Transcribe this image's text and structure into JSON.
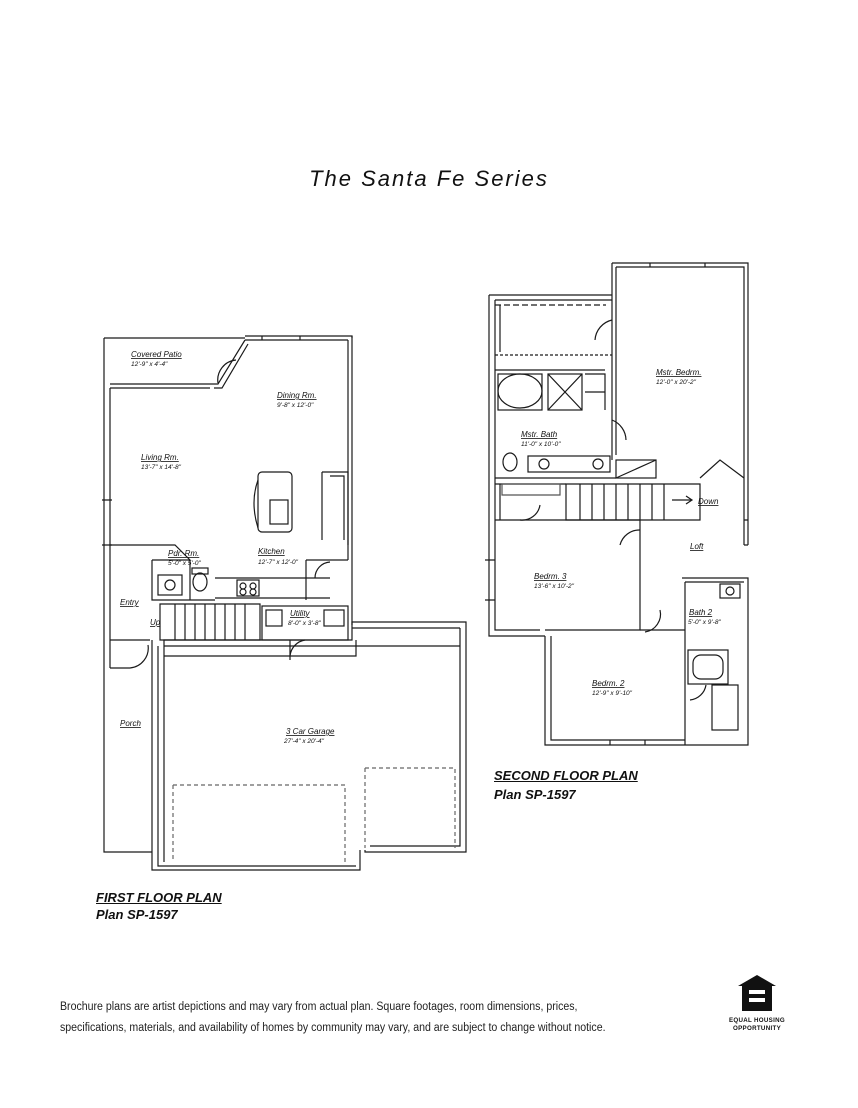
{
  "header": {
    "title": "The Santa Fe Series"
  },
  "first_floor": {
    "caption": "FIRST FLOOR PLAN",
    "plan_number": "Plan SP-1597",
    "rooms": [
      {
        "name": "Covered Patio",
        "dims": "12'-9\" x 4'-4\""
      },
      {
        "name": "Dining Rm.",
        "dims": "9'-8\" x 12'-0\""
      },
      {
        "name": "Living Rm.",
        "dims": "13'-7\" x 14'-8\""
      },
      {
        "name": "Pdr. Rm.",
        "dims": "5'-0\" x 5'-0\""
      },
      {
        "name": "Kitchen",
        "dims": "12'-7\" x 12'-0\""
      },
      {
        "name": "Entry",
        "dims": ""
      },
      {
        "name": "Up",
        "dims": ""
      },
      {
        "name": "Utility",
        "dims": "8'-0\" x 3'-8\""
      },
      {
        "name": "Porch",
        "dims": ""
      },
      {
        "name": "3 Car Garage",
        "dims": "27'-4\" x 20'-4\""
      }
    ]
  },
  "second_floor": {
    "caption": "SECOND FLOOR PLAN",
    "plan_number": "Plan SP-1597",
    "rooms": [
      {
        "name": "Mstr. Bedrm.",
        "dims": "12'-0\" x 20'-2\""
      },
      {
        "name": "Mstr. Bath",
        "dims": "11'-0\" x 10'-0\""
      },
      {
        "name": "Down",
        "dims": ""
      },
      {
        "name": "Loft",
        "dims": ""
      },
      {
        "name": "Bedrm. 3",
        "dims": "13'-6\" x 10'-2\""
      },
      {
        "name": "Bath 2",
        "dims": "5'-0\" x 9'-8\""
      },
      {
        "name": "Bedrm. 2",
        "dims": "12'-9\" x 9'-10\""
      }
    ]
  },
  "footer": {
    "disclaimer_line1": "Brochure plans are artist depictions and may vary from actual plan.  Square footages, room dimensions, prices,",
    "disclaimer_line2": "specifications, materials, and availability of homes by community may vary, and are subject to change without notice.",
    "logo": {
      "icon": "equal-housing-house-icon",
      "line1": "EQUAL HOUSING",
      "line2": "OPPORTUNITY"
    }
  },
  "colors": {
    "wall": "#1a1a1a",
    "line": "#333333",
    "background": "#ffffff"
  }
}
